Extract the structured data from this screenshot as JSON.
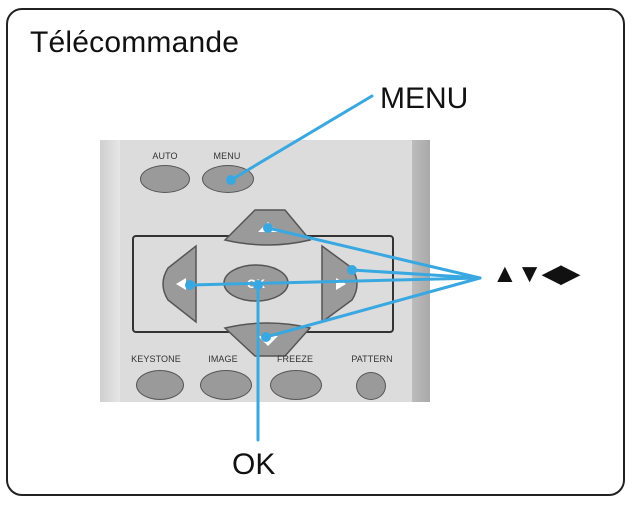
{
  "title": "Télécommande",
  "callouts": {
    "menu": "MENU",
    "arrows": "▲▼◀▶",
    "ok": "OK"
  },
  "remote": {
    "top_buttons": [
      "AUTO",
      "MENU"
    ],
    "center_button": "OK",
    "bottom_buttons": [
      "KEYSTONE",
      "IMAGE",
      "FREEZE",
      "PATTERN"
    ]
  },
  "colors": {
    "callout_line": "#3aa8e0",
    "button": "#9a9a9a",
    "remote_body": "#dcdcdc"
  }
}
